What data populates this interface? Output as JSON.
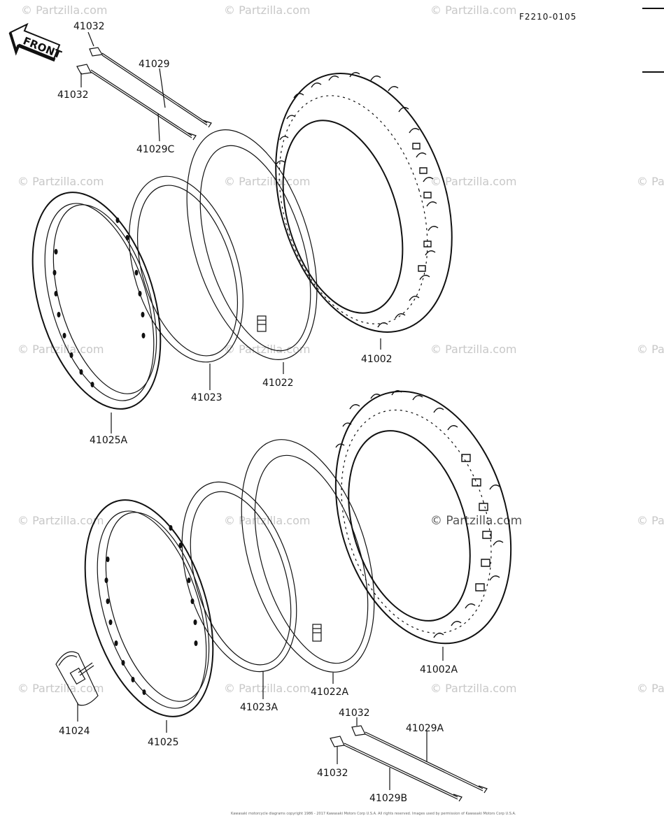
{
  "diagram_code": "F2210-0105",
  "front_label": "FRONT",
  "watermark_text": "© Partzilla.com",
  "copyright": "Kawasaki motorcycle diagrams copyright 1986 - 2017 Kawasaki Motors Corp U.S.A. All rights reserved. Images used by permission of Kawasaki Motors Corp U.S.A.",
  "parts": {
    "p41032_a": "41032",
    "p41032_b": "41032",
    "p41029": "41029",
    "p41029C": "41029C",
    "p41002": "41002",
    "p41022": "41022",
    "p41023": "41023",
    "p41025A": "41025A",
    "p41002A": "41002A",
    "p41022A": "41022A",
    "p41023A": "41023A",
    "p41024": "41024",
    "p41025": "41025",
    "p41032_c": "41032",
    "p41029A": "41029A",
    "p41032_d": "41032",
    "p41029B": "41029B"
  },
  "colors": {
    "line": "#111111",
    "watermark": "#c8c8c8"
  }
}
